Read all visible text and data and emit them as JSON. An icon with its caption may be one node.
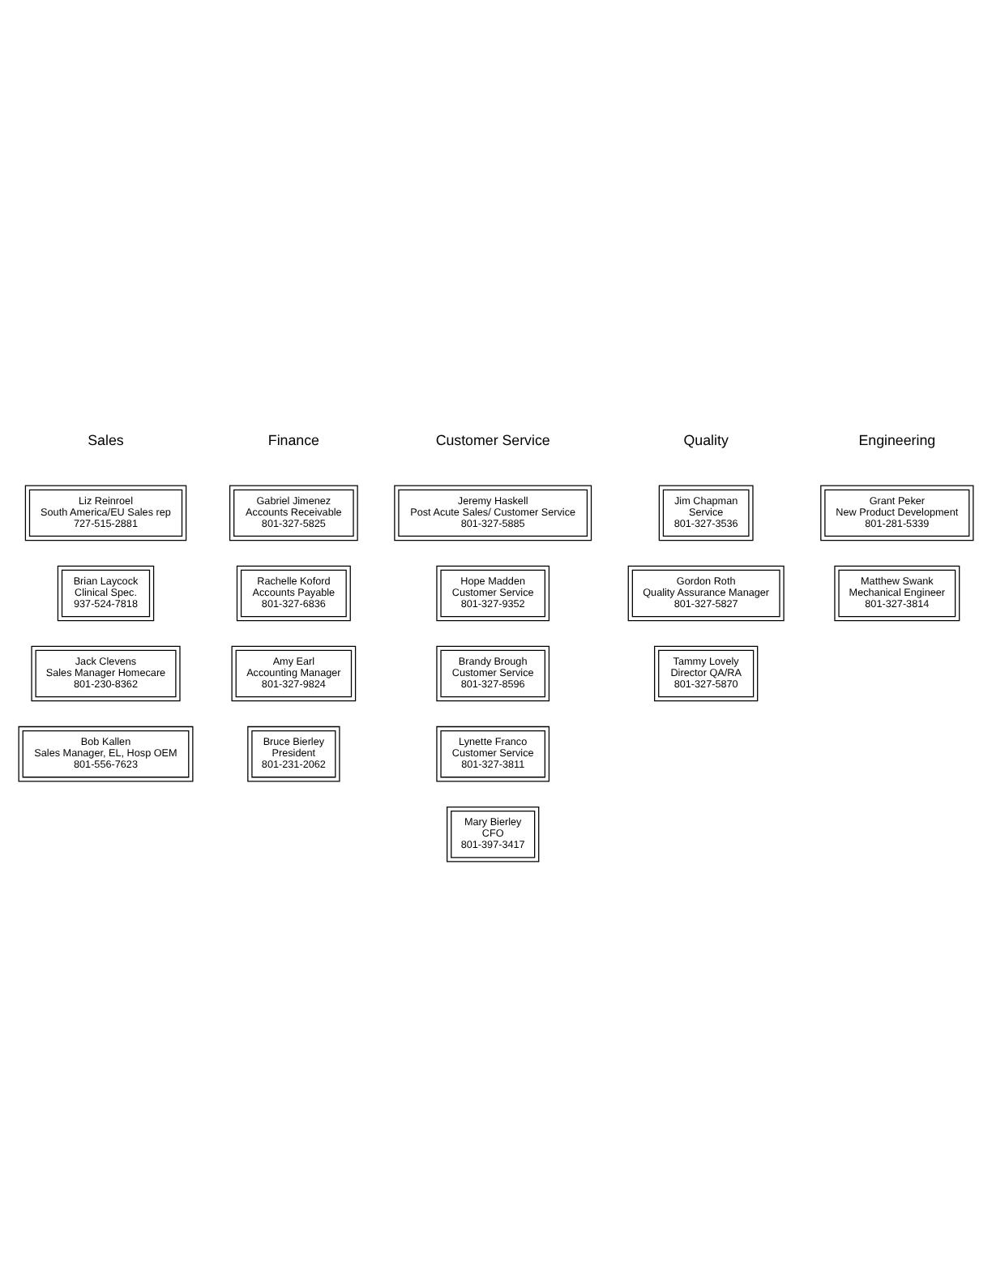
{
  "diagram": {
    "nodes": [
      {
        "text": [
          "Bruce Bierley",
          "President",
          "801-231-2062"
        ]
      },
      {
        "text": [
          "Mary Bierley",
          "CFO",
          "801-397-3417"
        ]
      },
      {
        "text": [
          "Bob Kallen",
          "Sales Manager, EL, Hosp OEM",
          "801-556-7623"
        ]
      },
      {
        "text": [
          "Jack Clevens",
          "Sales Manager Homecare",
          "801-230-8362"
        ]
      },
      {
        "text": [
          "Brian Laycock",
          "Clinical Spec.",
          "937-524-7818"
        ]
      },
      {
        "text": [
          "Liz Reinroel",
          "South America/EU Sales rep",
          "727-515-2881"
        ]
      },
      {
        "text": [
          "Amy Earl",
          "Accounting Manager",
          "801-327-9824"
        ]
      },
      {
        "text": [
          "Rachelle Koford",
          "Accounts Payable",
          "801-327-6836"
        ]
      },
      {
        "text": [
          "Gabriel Jimenez",
          "Accounts Receivable",
          "801-327-5825"
        ]
      },
      {
        "text": [
          "Lynette Franco",
          "Customer Service",
          "801-327-3811"
        ]
      },
      {
        "text": [
          "Brandy Brough",
          "Customer Service",
          "801-327-8596"
        ]
      },
      {
        "text": [
          "Hope Madden",
          "Customer Service",
          "801-327-9352"
        ]
      },
      {
        "text": [
          "Jeremy Haskell",
          "Post Acute Sales/ Customer Service",
          "801-327-5885"
        ]
      },
      {
        "text": [
          "Tammy Lovely",
          "Director QA/RA",
          "801-327-5870"
        ]
      },
      {
        "text": [
          "Gordon Roth",
          "Quality Assurance Manager",
          "801-327-5827"
        ]
      },
      {
        "text": [
          "Jim Chapman",
          "Service",
          "801-327-3536"
        ]
      },
      {
        "text": [
          "Matthew Swank",
          "Mechanical Engineer",
          "801-327-3814"
        ]
      },
      {
        "text": [
          "Grant Peker",
          "New Product Development",
          "801-281-5339"
        ]
      }
    ],
    "labels": [
      "Sales",
      "Finance",
      "Customer Service",
      "Quality",
      "Engineering"
    ]
  }
}
